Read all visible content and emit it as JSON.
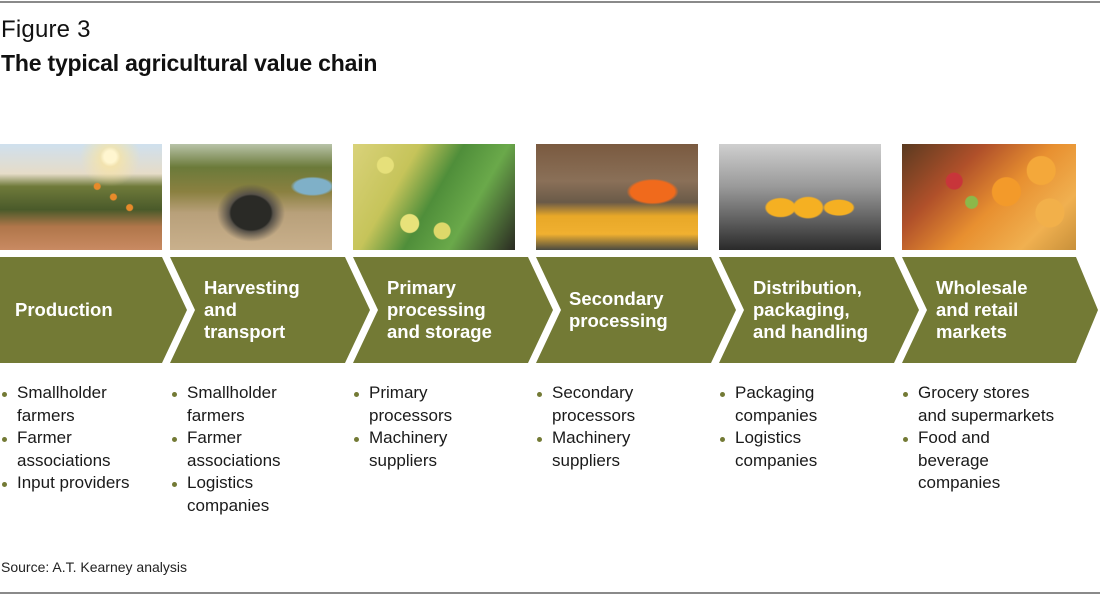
{
  "figure": {
    "label": "Figure 3",
    "title": "The typical agricultural value chain",
    "source": "Source: A.T. Kearney analysis"
  },
  "colors": {
    "stage_fill": "#737a35",
    "bullet": "#737a35",
    "label_text": "#ffffff",
    "rule": "#8a8a8a"
  },
  "stages": [
    {
      "label": "Production",
      "photo": "orange-orchard-photo",
      "actors": [
        "Smallholder\nfarmers",
        "Farmer\nassociations",
        "Input providers"
      ]
    },
    {
      "label": "Harvesting\nand\ntransport",
      "photo": "tractor-photo",
      "actors": [
        "Smallholder\nfarmers",
        "Farmer\nassociations",
        "Logistics\ncompanies"
      ]
    },
    {
      "label": "Primary\nprocessing\nand storage",
      "photo": "lemon-sorting-photo",
      "actors": [
        "Primary\nprocessors",
        "Machinery\nsuppliers"
      ]
    },
    {
      "label": "Secondary\nprocessing",
      "photo": "citrus-conveyor-worker-photo",
      "actors": [
        "Secondary\nprocessors",
        "Machinery\nsuppliers"
      ]
    },
    {
      "label": "Distribution,\npackaging,\nand handling",
      "photo": "juice-bottling-line-photo",
      "actors": [
        "Packaging\ncompanies",
        "Logistics\ncompanies"
      ]
    },
    {
      "label": "Wholesale\nand retail\nmarkets",
      "photo": "fruit-market-display-photo",
      "actors": [
        "Grocery stores\nand supermarkets",
        "Food and\nbeverage\ncompanies"
      ]
    }
  ]
}
